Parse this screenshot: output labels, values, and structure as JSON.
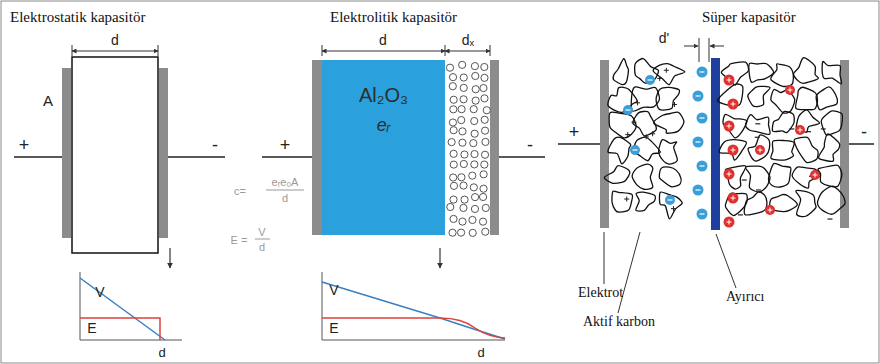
{
  "diagram": {
    "nodes": [
      {
        "text": [
          "Al₂O₃",
          "eᵣ"
        ]
      }
    ],
    "labels": [
      "Elektrostatik kapasitör",
      "Elektrolitik kapasitör",
      "Süper kapasitör",
      "d",
      "A",
      "+",
      "-",
      "c=",
      "eᵣe₀A",
      "d",
      "E =",
      "V",
      "d",
      "V",
      "E",
      "d",
      "d",
      "dₓ",
      "+",
      "-",
      "V",
      "E",
      "d",
      "d'",
      "+",
      "-",
      "Elektrot",
      "Aktif karbon",
      "Ayırıcı"
    ]
  }
}
